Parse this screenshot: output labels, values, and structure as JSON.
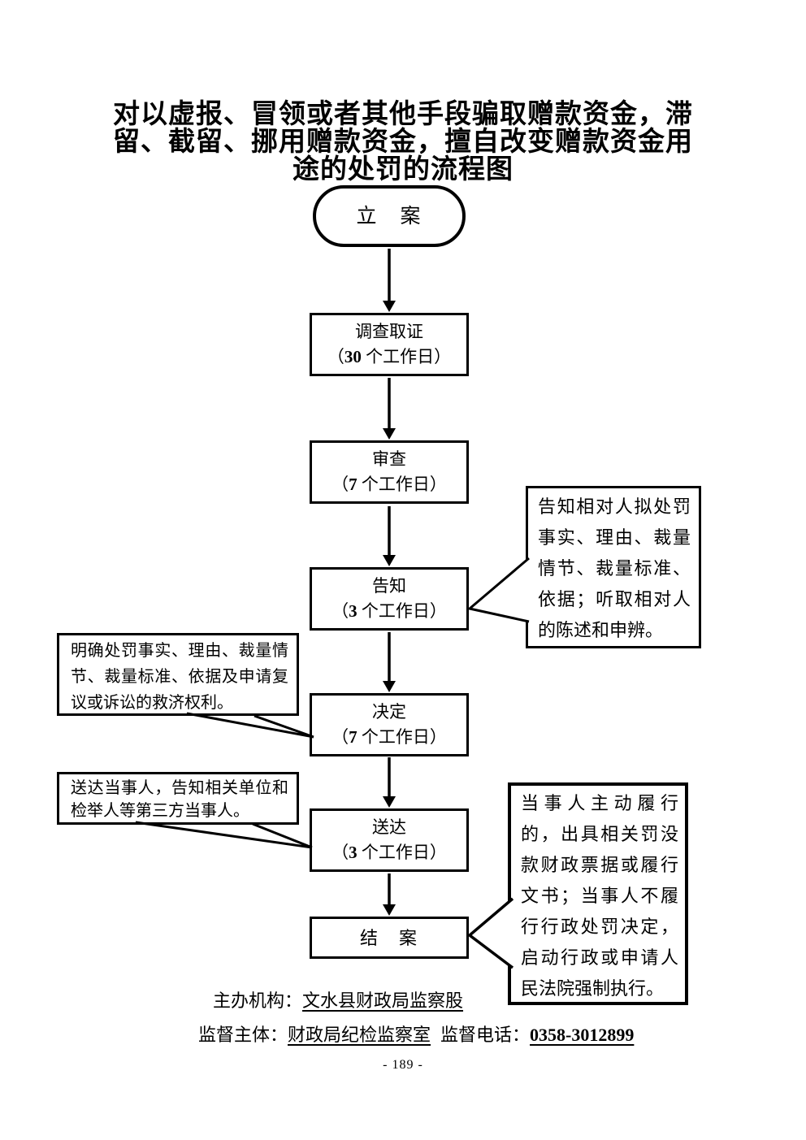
{
  "title_lines": [
    "对以虚报、冒领或者其他手段骗取赠款资金，滞",
    "留、截留、挪用赠款资金，擅自改变赠款资金用",
    "途的处罚的流程图"
  ],
  "flow": {
    "start": {
      "label": "立　案"
    },
    "steps": [
      {
        "name": "调查取证",
        "dur_pre": "（",
        "dur_num": "30",
        "dur_suf": " 个工作日）"
      },
      {
        "name": "审查",
        "dur_pre": "（",
        "dur_num": "7",
        "dur_suf": " 个工作日）"
      },
      {
        "name": "告知",
        "dur_pre": "（",
        "dur_num": "3",
        "dur_suf": " 个工作日）"
      },
      {
        "name": "决定",
        "dur_pre": "（",
        "dur_num": "7",
        "dur_suf": " 个工作日）"
      },
      {
        "name": "送达",
        "dur_pre": "（",
        "dur_num": "3",
        "dur_suf": " 个工作日）"
      }
    ],
    "end": {
      "label": "结　案"
    }
  },
  "annotations": {
    "notify_right": "告知相对人拟处罚事实、理由、裁量情节、裁量标准、依据；听取相对人的陈述和申辨。",
    "decision_left": "明确处罚事实、理由、裁量情节、裁量标准、依据及申请复议或诉讼的救济权利。",
    "delivery_left": "送达当事人，告知相关单位和检举人等第三方当事人。",
    "close_right": "当事人主动履行的，出具相关罚没款财政票据或履行文书；当事人不履行行政处罚决定，启动行政或申请人民法院强制执行。"
  },
  "footer": {
    "organizer_label": "主办机构：",
    "organizer_value": "文水县财政局监察股",
    "supervisor_label": "监督主体：",
    "supervisor_value": "财政局纪检监察室",
    "phone_label": "监督电话：",
    "phone_value": "0358-3012899",
    "page_number": "- 189 -"
  },
  "colors": {
    "ink": "#000000",
    "background": "#ffffff"
  }
}
